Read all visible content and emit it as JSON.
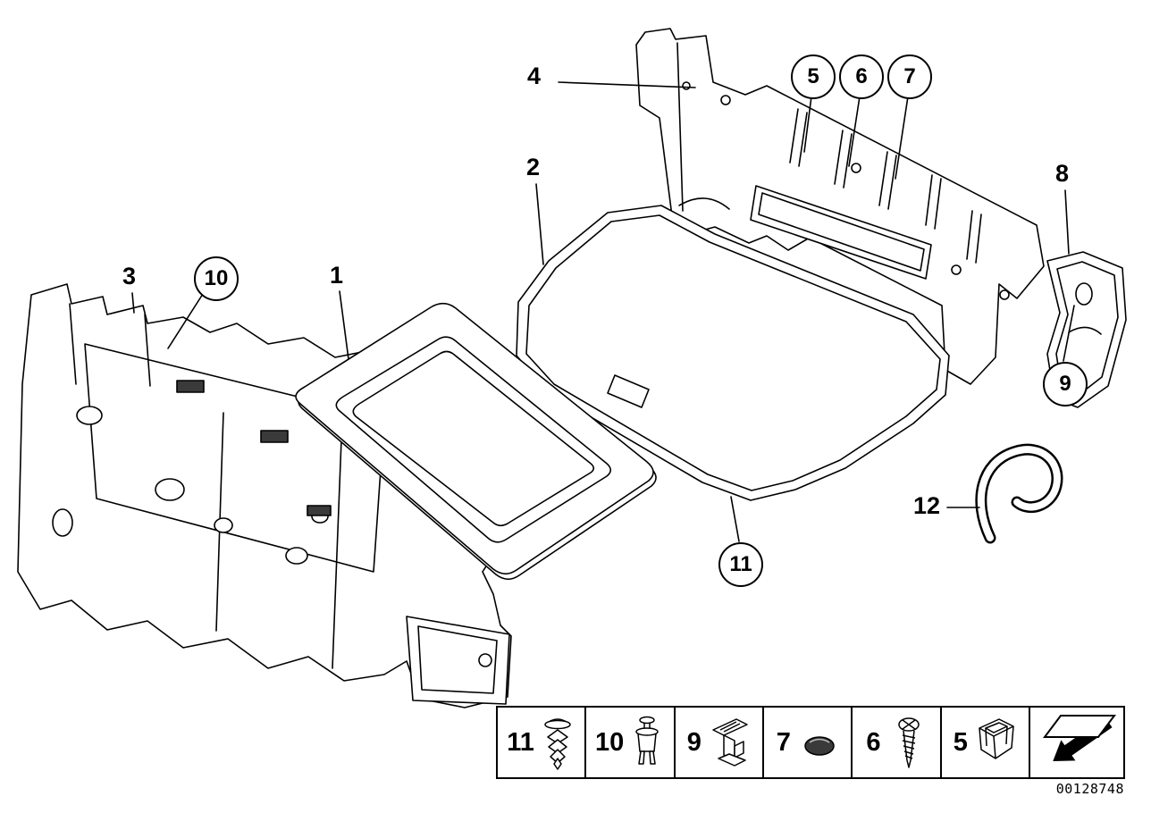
{
  "diagram": {
    "callouts": [
      {
        "label": "1",
        "circled": false
      },
      {
        "label": "2",
        "circled": false
      },
      {
        "label": "3",
        "circled": false
      },
      {
        "label": "4",
        "circled": false
      },
      {
        "label": "5",
        "circled": true
      },
      {
        "label": "6",
        "circled": true
      },
      {
        "label": "7",
        "circled": true
      },
      {
        "label": "8",
        "circled": false
      },
      {
        "label": "9",
        "circled": true
      },
      {
        "label": "10",
        "circled": true
      },
      {
        "label": "11",
        "circled": true
      },
      {
        "label": "12",
        "circled": false
      }
    ],
    "doc_number": "00128748",
    "line_color": "#000000",
    "background_color": "#ffffff"
  },
  "legend": {
    "items": [
      {
        "label": "11",
        "icon": "expanding-rivet-icon"
      },
      {
        "label": "10",
        "icon": "pin-rivet-icon"
      },
      {
        "label": "9",
        "icon": "mounting-clip-icon"
      },
      {
        "label": "7",
        "icon": "plug-cap-icon"
      },
      {
        "label": "6",
        "icon": "screw-icon"
      },
      {
        "label": "5",
        "icon": "grommet-socket-icon"
      }
    ],
    "arrow_icon": "direction-arrow-icon"
  }
}
